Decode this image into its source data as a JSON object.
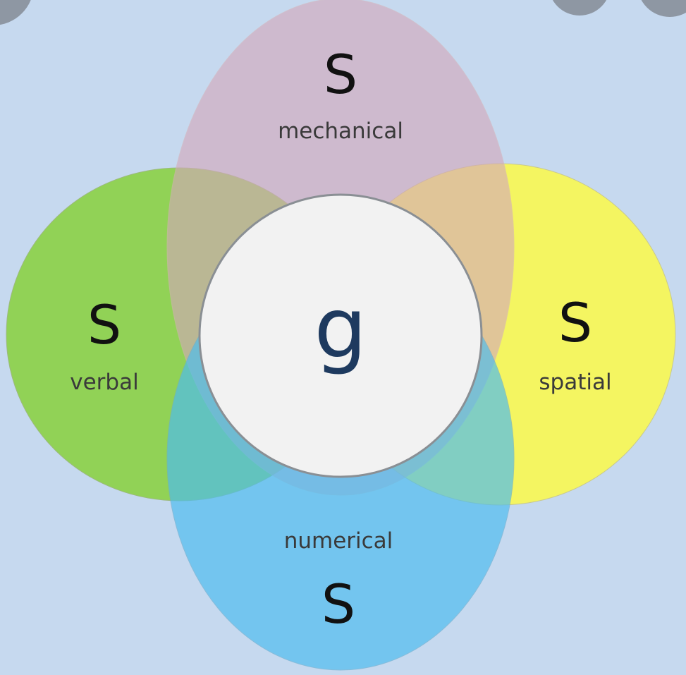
{
  "diagram": {
    "center": {
      "symbol": "g"
    },
    "factors": [
      {
        "id": "mechanical",
        "symbol": "S",
        "label": "mechanical",
        "color": "#d4a8bb"
      },
      {
        "id": "verbal",
        "symbol": "S",
        "label": "verbal",
        "color": "#8fd24e"
      },
      {
        "id": "spatial",
        "symbol": "S",
        "label": "spatial",
        "color": "#f7f75a"
      },
      {
        "id": "numerical",
        "symbol": "S",
        "label": "numerical",
        "color": "#5fc3ef"
      }
    ]
  },
  "colors": {
    "background": "#c6d9ef",
    "center_fill": "#f2f2f2",
    "center_text": "#1e3a5f",
    "overlay_button": "#8e97a3"
  }
}
